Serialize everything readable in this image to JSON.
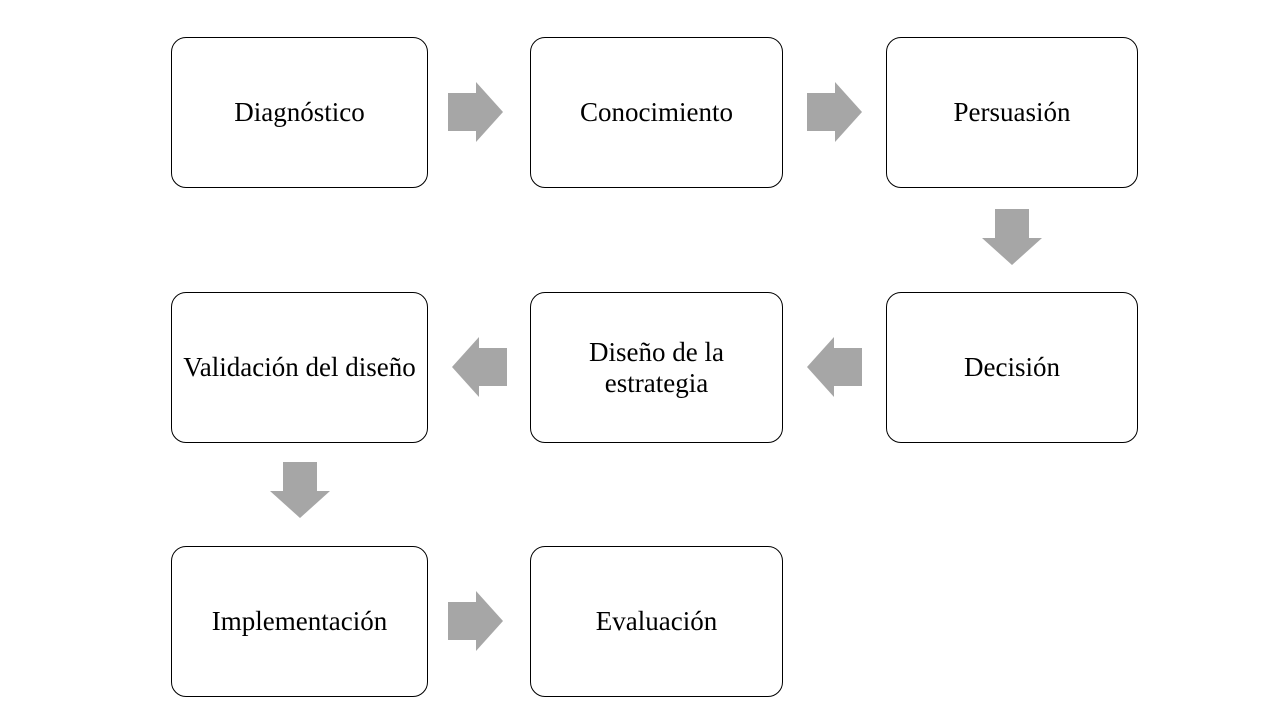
{
  "diagram": {
    "type": "process-flowchart",
    "nodes": [
      {
        "id": "diagnostico",
        "label": "Diagnóstico"
      },
      {
        "id": "conocimiento",
        "label": "Conocimiento"
      },
      {
        "id": "persuasion",
        "label": "Persuasión"
      },
      {
        "id": "decision",
        "label": "Decisión"
      },
      {
        "id": "diseno",
        "label": "Diseño de la\nestrategia"
      },
      {
        "id": "validacion",
        "label": "Validación del diseño"
      },
      {
        "id": "implementacion",
        "label": "Implementación"
      },
      {
        "id": "evaluacion",
        "label": "Evaluación"
      }
    ],
    "connections": [
      {
        "from": "Diagnóstico",
        "to": "Conocimiento",
        "direction": "right"
      },
      {
        "from": "Conocimiento",
        "to": "Persuasión",
        "direction": "right"
      },
      {
        "from": "Persuasión",
        "to": "Decisión",
        "direction": "down"
      },
      {
        "from": "Decisión",
        "to": "Diseño de la estrategia",
        "direction": "left"
      },
      {
        "from": "Diseño de la estrategia",
        "to": "Validación del diseño",
        "direction": "left"
      },
      {
        "from": "Validación del diseño",
        "to": "Implementación",
        "direction": "down"
      },
      {
        "from": "Implementación",
        "to": "Evaluación",
        "direction": "right"
      }
    ]
  },
  "colors": {
    "arrow_fill": "#a6a6a6",
    "box_border": "#000000",
    "box_fill": "#ffffff",
    "text": "#000000",
    "background": "#ffffff"
  }
}
